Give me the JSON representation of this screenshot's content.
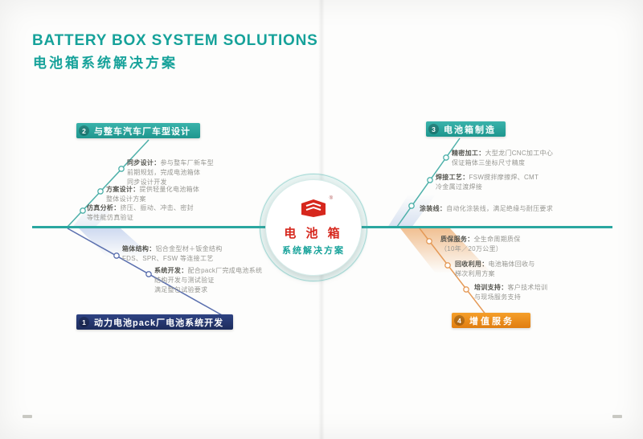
{
  "page": {
    "title_en": "BATTERY BOX SYSTEM SOLUTIONS",
    "title_zh": "电池箱系统解决方案"
  },
  "center": {
    "logo_icon": "red-emblem",
    "reg_mark": "®",
    "name_line1": "电 池 箱",
    "name_line2": "系统解决方案"
  },
  "colors": {
    "teal": "#2aa7a0",
    "navy": "#24356b",
    "orange": "#ef8f1c",
    "red": "#d6271d"
  },
  "branches": {
    "top_left": {
      "number": "2",
      "label": "与整车汽车厂车型设计",
      "items": [
        {
          "title": "同步设计：",
          "line1": "参与整车厂新车型",
          "line2": "前期规划，完成电池箱体",
          "line3": "同步设计开发"
        },
        {
          "title": "方案设计：",
          "line1": "提供轻量化电池箱体",
          "line2": "整体设计方案"
        },
        {
          "title": "仿真分析：",
          "line1": "挤压、振动、冲击、密封",
          "line2": "等性能仿真验证"
        }
      ]
    },
    "bottom_left": {
      "number": "1",
      "label": "动力电池pack厂电池系统开发",
      "items": [
        {
          "title": "箱体结构：",
          "line1": "铝合金型材＋钣金结构",
          "line2": "FDS、SPR、FSW 等连接工艺"
        },
        {
          "title": "系统开发：",
          "line1": "配合pack厂完成电池系统",
          "line2": "结构开发与测试验证",
          "line3": "满足整包试验要求"
        }
      ]
    },
    "top_right": {
      "number": "3",
      "label": "电池箱制造",
      "items": [
        {
          "title": "精密加工：",
          "line1": "大型龙门CNC加工中心",
          "line2": "保证箱体三坐标尺寸精度"
        },
        {
          "title": "焊接工艺：",
          "line1": "FSW搅拌摩擦焊、CMT",
          "line2": "冷金属过渡焊接"
        },
        {
          "title": "涂装线：",
          "line1": "自动化涂装线，满足绝缘与耐压要求"
        }
      ]
    },
    "bottom_right": {
      "number": "4",
      "label": "增值服务",
      "items": [
        {
          "title": "质保服务：",
          "line1": "全生命周期质保",
          "line2": "（10年／20万公里）"
        },
        {
          "title": "回收利用：",
          "line1": "电池箱体回收与",
          "line2": "梯次利用方案"
        },
        {
          "title": "培训支持：",
          "line1": "客户技术培训",
          "line2": "与现场服务支持"
        }
      ]
    }
  }
}
